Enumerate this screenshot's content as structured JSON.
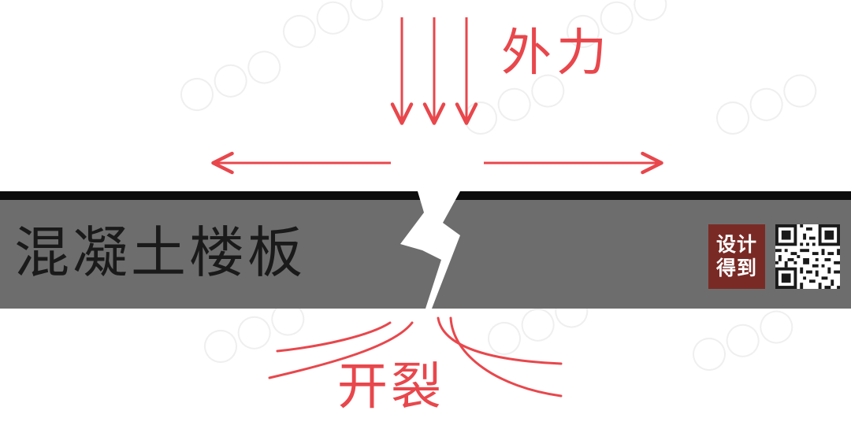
{
  "labels": {
    "force": "外力",
    "slab": "混凝土楼板",
    "crack": "开裂"
  },
  "badge": {
    "line1": "设计",
    "line2": "得到"
  },
  "colors": {
    "accent_red": "#e8474c",
    "slab_gray": "#6d6d6d",
    "slab_top": "#0d0d0d",
    "badge_bg": "#7a2a25",
    "watermark": "#eeeeee"
  },
  "icons": {
    "force_arrows": "down-arrows-icon",
    "tension_arrows": "horizontal-arrows-icon",
    "crack": "lightning-crack-icon",
    "qr": "qr-code-icon"
  }
}
